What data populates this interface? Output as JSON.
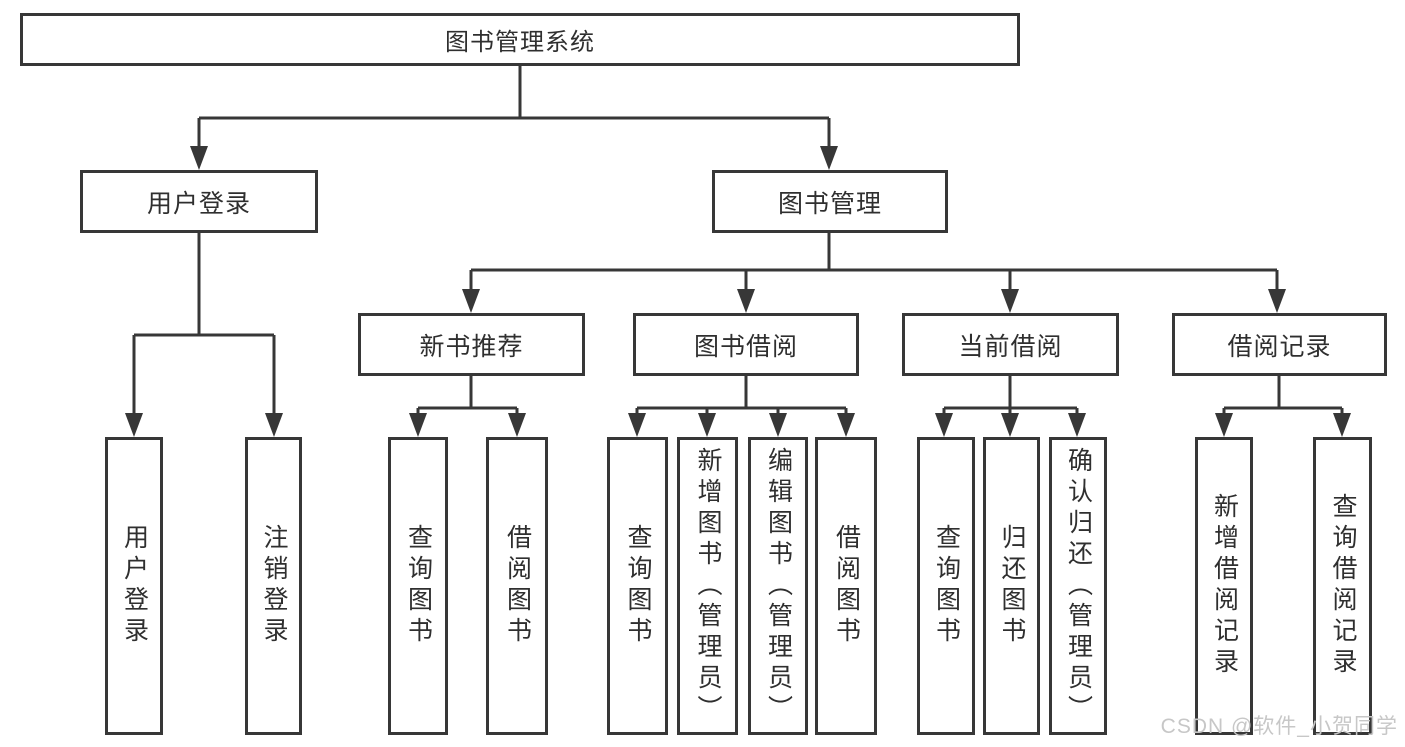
{
  "diagram": {
    "root": {
      "label": "图书管理系统"
    },
    "branches": [
      {
        "label": "用户登录",
        "children": [
          {
            "label": "用户登录"
          },
          {
            "label": "注销登录"
          }
        ]
      },
      {
        "label": "图书管理",
        "children": [
          {
            "label": "新书推荐",
            "children": [
              {
                "label": "查询图书"
              },
              {
                "label": "借阅图书"
              }
            ]
          },
          {
            "label": "图书借阅",
            "children": [
              {
                "label": "查询图书"
              },
              {
                "label": "新增图书（管理员）"
              },
              {
                "label": "编辑图书（管理员）"
              },
              {
                "label": "借阅图书"
              }
            ]
          },
          {
            "label": "当前借阅",
            "children": [
              {
                "label": "查询图书"
              },
              {
                "label": "归还图书"
              },
              {
                "label": "确认归还（管理员）"
              }
            ]
          },
          {
            "label": "借阅记录",
            "children": [
              {
                "label": "新增借阅记录"
              },
              {
                "label": "查询借阅记录"
              }
            ]
          }
        ]
      }
    ]
  },
  "watermark": {
    "text": "CSDN @软件_小贺同学"
  },
  "colors": {
    "line": "#373737",
    "text": "#2f2f2f",
    "watermark": "#c7c7c7",
    "background": "#ffffff"
  }
}
